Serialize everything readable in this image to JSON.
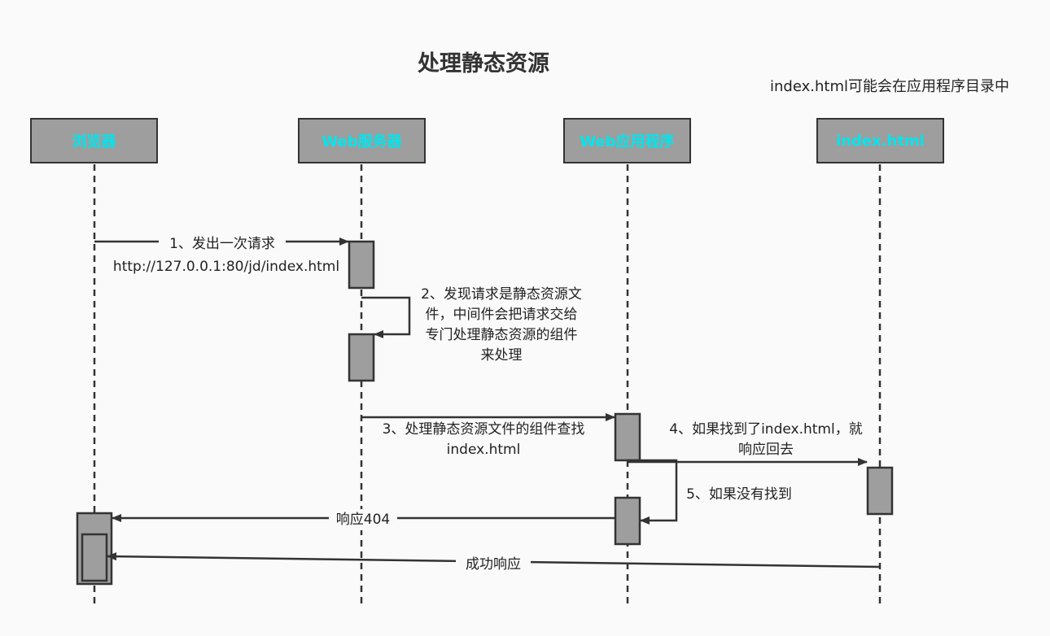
{
  "title": "处理静态资源",
  "note": "index.html可能会在应用程序目录中",
  "actors": [
    {
      "label": "浏览器"
    },
    {
      "label": "Web服务器"
    },
    {
      "label": "Web应用程序"
    },
    {
      "label": "index.html"
    }
  ],
  "messages": {
    "m1_line1": "1、发出一次请求",
    "m1_line2": "http://127.0.0.1:80/jd/index.html",
    "m2_line1": "2、发现请求是静态资源文",
    "m2_line2": "件，中间件会把请求交给",
    "m2_line3": "专门处理静态资源的组件",
    "m2_line4": "来处理",
    "m3_line1": "3、处理静态资源文件的组件查找",
    "m3_line2": "index.html",
    "m4_line1": "4、如果找到了index.html，就",
    "m4_line2": "响应回去",
    "m5": "5、如果没有找到",
    "m6": "响应404",
    "m7": "成功响应"
  },
  "colors": {
    "actor_fill": "#9e9e9e",
    "actor_text": "#00e5ee",
    "line": "#333333"
  }
}
